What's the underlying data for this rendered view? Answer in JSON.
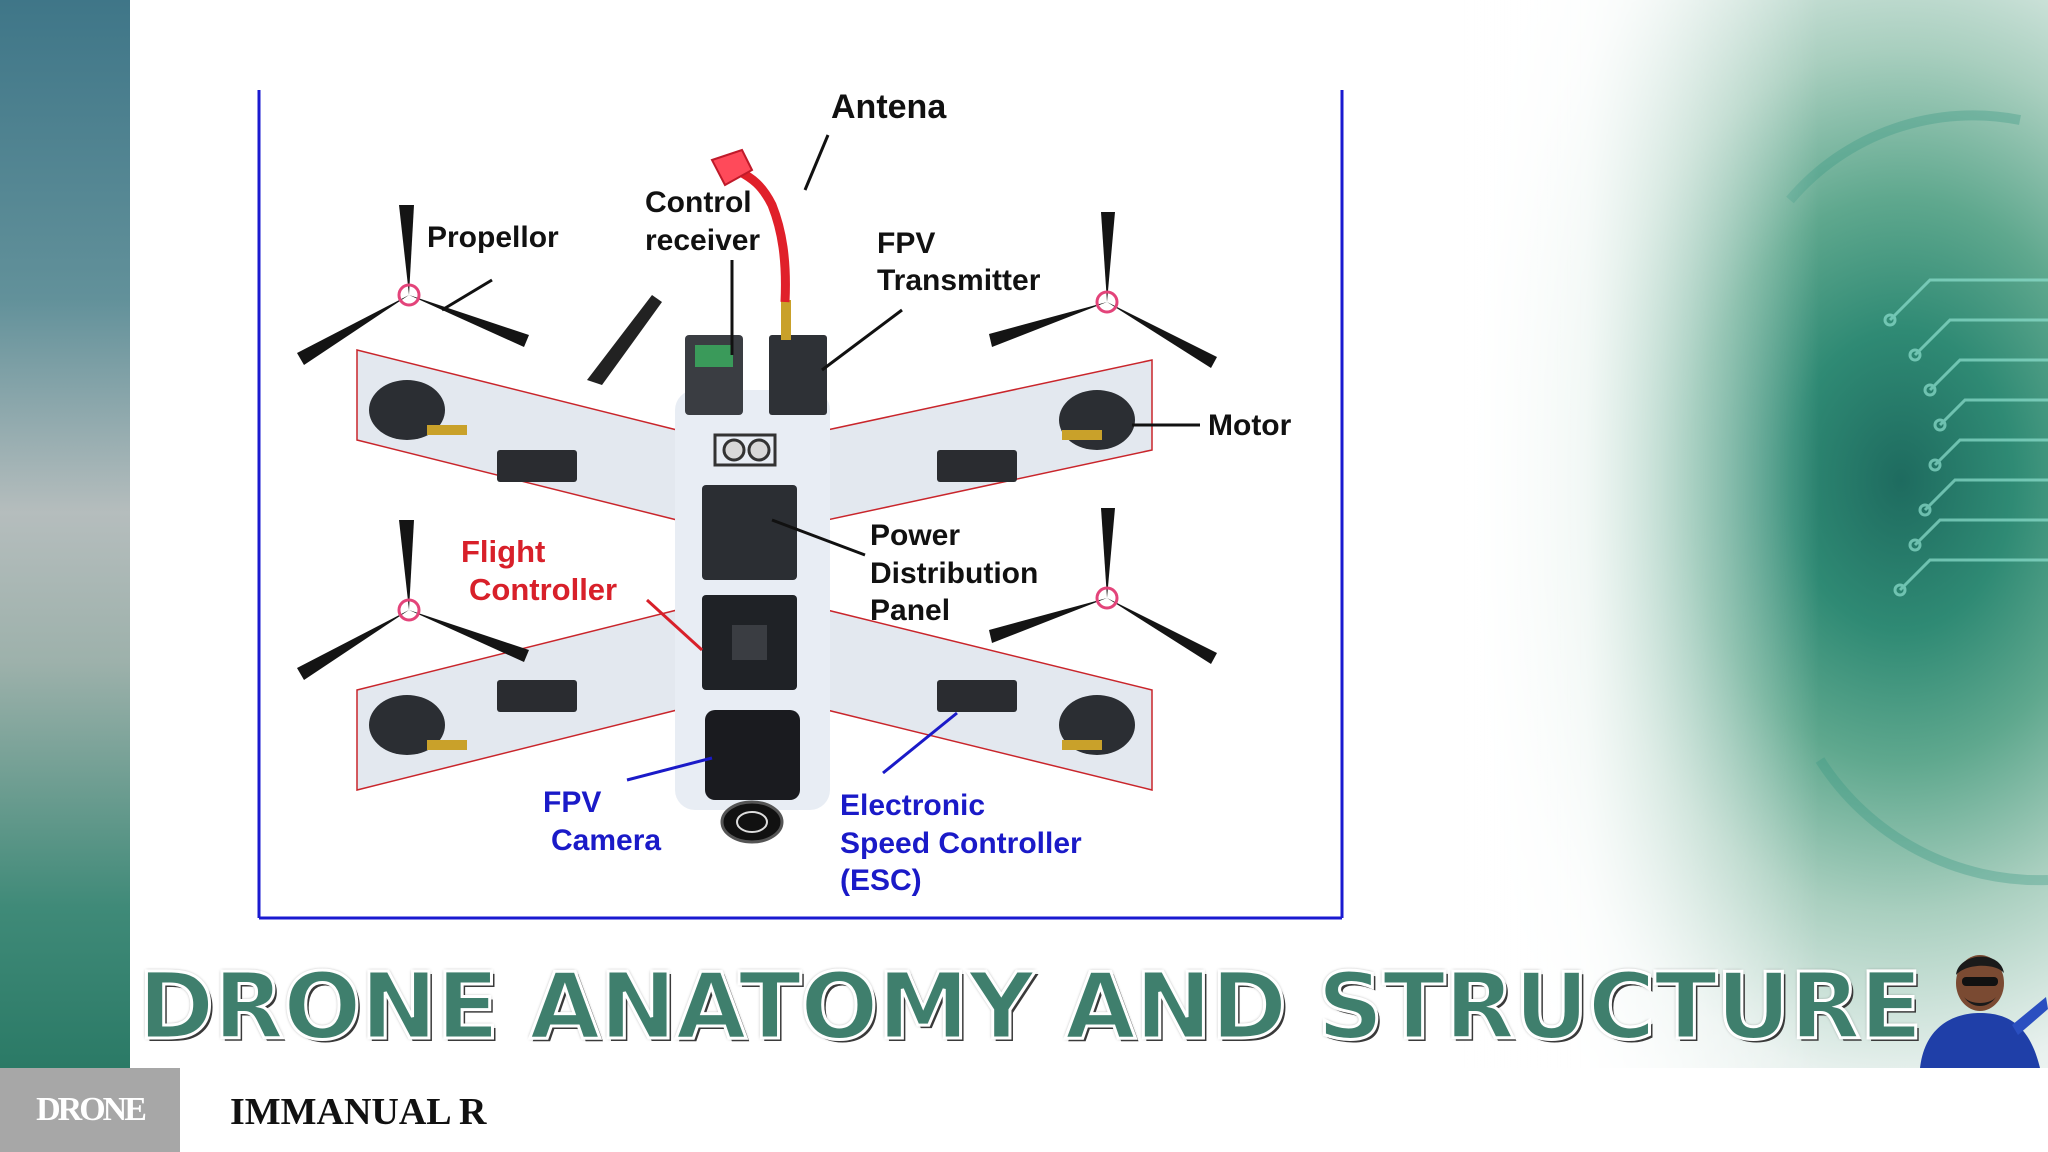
{
  "slide": {
    "title": "DRONE ANATOMY AND STRUCTURE",
    "author": "IMMANUAL R",
    "logo_text": "DRONE"
  },
  "diagram": {
    "labels": {
      "antenna": "Antena",
      "control_receiver_l1": "Control",
      "control_receiver_l2": "receiver",
      "propeller": "Propellor",
      "fpv_transmitter_l1": "FPV",
      "fpv_transmitter_l2": "Transmitter",
      "motor": "Motor",
      "pdp_l1": "Power",
      "pdp_l2": "Distribution",
      "pdp_l3": "Panel",
      "flight_controller_l1": "Flight",
      "flight_controller_l2": "Controller",
      "fpv_camera_l1": "FPV",
      "fpv_camera_l2": "Camera",
      "esc_l1": "Electronic",
      "esc_l2": "Speed Controller",
      "esc_l3": "(ESC)"
    }
  },
  "colors": {
    "frame_border": "#1a1ad0",
    "label_black": "#111111",
    "label_red": "#d8202a",
    "label_blue": "#1a1ac8",
    "title_fill": "#3f7f6d"
  }
}
